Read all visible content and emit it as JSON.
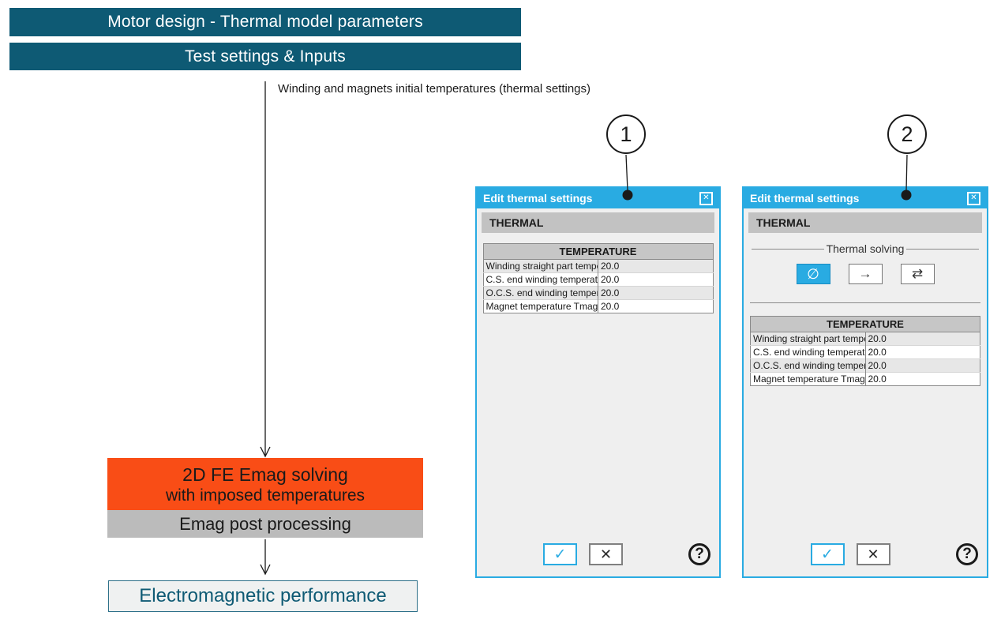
{
  "flowchart": {
    "bar1": "Motor design - Thermal model parameters",
    "bar2": "Test settings & Inputs",
    "annotation": "Winding and magnets initial temperatures (thermal settings)",
    "emag_box": {
      "line1": "2D FE Emag solving",
      "line2": "with imposed temperatures"
    },
    "post_box": "Emag post processing",
    "result_box": "Electromagnetic performance"
  },
  "callouts": {
    "c1": "1",
    "c2": "2"
  },
  "dialog1": {
    "title": "Edit thermal settings",
    "close_glyph": "✕",
    "section_label": "THERMAL",
    "table": {
      "header": "TEMPERATURE",
      "rows": [
        {
          "label": "Winding straight part temperature (°C)",
          "value": "20.0"
        },
        {
          "label": "C.S. end winding temperature (°C)",
          "value": "20.0"
        },
        {
          "label": "O.C.S. end winding temperature (°C)",
          "value": "20.0"
        },
        {
          "label": "Magnet temperature Tmag (°C)",
          "value": "20.0"
        }
      ]
    },
    "footer": {
      "ok_glyph": "✓",
      "cancel_glyph": "✕",
      "help_glyph": "?"
    }
  },
  "dialog2": {
    "title": "Edit thermal settings",
    "close_glyph": "✕",
    "section_label": "THERMAL",
    "group": {
      "label": "Thermal solving",
      "options": [
        {
          "name": "no-thermal-solving",
          "glyph": "∅",
          "selected": true
        },
        {
          "name": "one-directional-solving",
          "glyph": "→",
          "selected": false
        },
        {
          "name": "bi-directional-solving",
          "glyph": "⇄",
          "selected": false
        }
      ]
    },
    "table": {
      "header": "TEMPERATURE",
      "rows": [
        {
          "label": "Winding straight part temperature (°C)",
          "value": "20.0"
        },
        {
          "label": "C.S. end winding temperature (°C)",
          "value": "20.0"
        },
        {
          "label": "O.C.S. end winding temperature (°C)",
          "value": "20.0"
        },
        {
          "label": "Magnet temperature Tmag (°C)",
          "value": "20.0"
        }
      ]
    },
    "footer": {
      "ok_glyph": "✓",
      "cancel_glyph": "✕",
      "help_glyph": "?"
    }
  },
  "colors": {
    "teal": "#0E5A74",
    "titlebar_cyan": "#29ABE2",
    "solve_orange": "#F94D16",
    "post_gray": "#BBBBBB",
    "dialog_bg": "#EFEFEF"
  }
}
